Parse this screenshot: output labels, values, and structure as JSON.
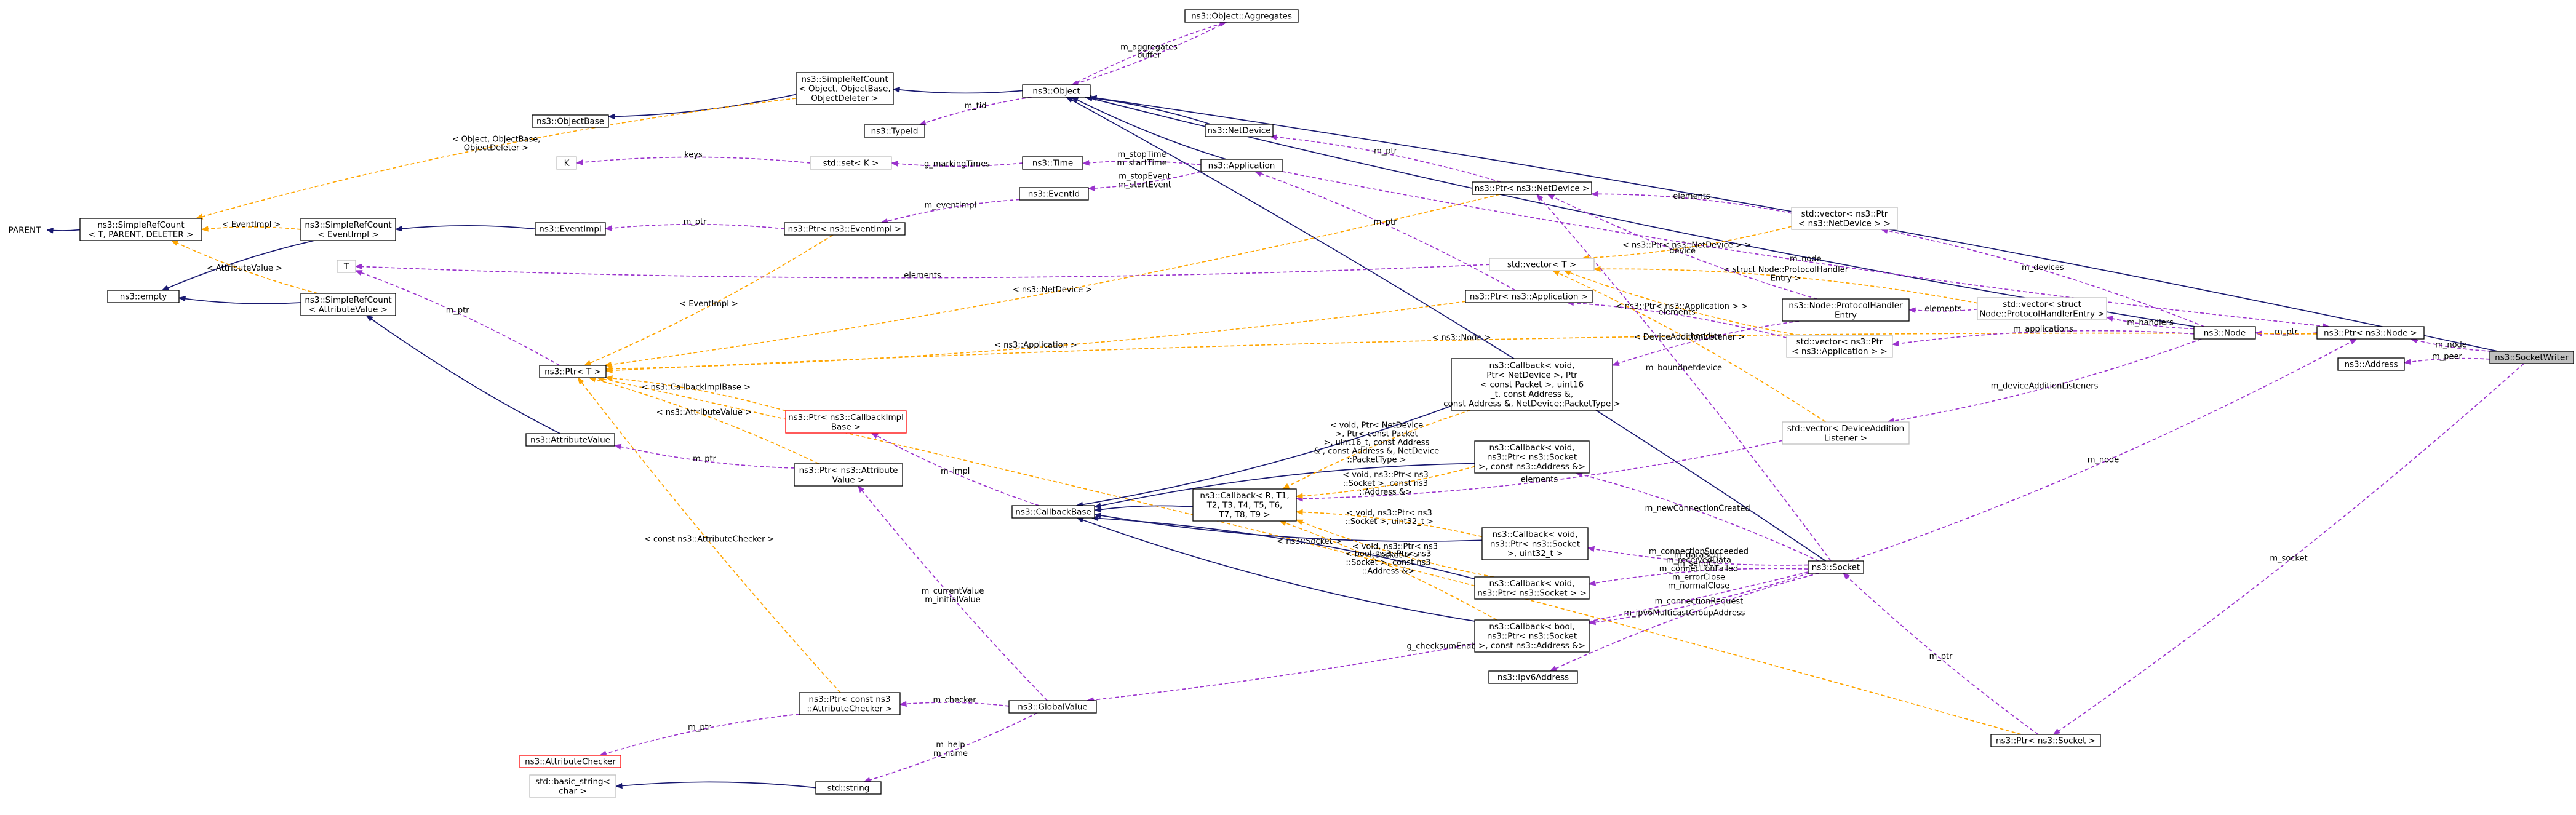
{
  "nodes": {
    "SocketWriter": {
      "lines": [
        "ns3::SocketWriter"
      ]
    },
    "PtrNode": {
      "lines": [
        "ns3::Ptr< ns3::Node >"
      ]
    },
    "Address": {
      "lines": [
        "ns3::Address"
      ]
    },
    "PtrSocket": {
      "lines": [
        "ns3::Ptr< ns3::Socket >"
      ]
    },
    "Node": {
      "lines": [
        "ns3::Node"
      ]
    },
    "Socket": {
      "lines": [
        "ns3::Socket"
      ]
    },
    "Object": {
      "lines": [
        "ns3::Object"
      ]
    },
    "Aggregates": {
      "lines": [
        "ns3::Object::Aggregates"
      ]
    },
    "SRCObject": {
      "lines": [
        "ns3::SimpleRefCount",
        "< Object, ObjectBase,",
        "ObjectDeleter >"
      ]
    },
    "ObjectBase": {
      "lines": [
        "ns3::ObjectBase"
      ]
    },
    "TypeId": {
      "lines": [
        "ns3::TypeId"
      ]
    },
    "SRCGeneric": {
      "lines": [
        "ns3::SimpleRefCount",
        "< T, PARENT, DELETER >"
      ]
    },
    "PARENT": {
      "lines": [
        "PARENT"
      ]
    },
    "Empty": {
      "lines": [
        "ns3::empty"
      ]
    },
    "SRCEventImpl": {
      "lines": [
        "ns3::SimpleRefCount",
        "< EventImpl >"
      ]
    },
    "SRCAttrValue": {
      "lines": [
        "ns3::SimpleRefCount",
        "< AttributeValue >"
      ]
    },
    "EventImpl": {
      "lines": [
        "ns3::EventImpl"
      ]
    },
    "PtrEventImpl": {
      "lines": [
        "ns3::Ptr< ns3::EventImpl >"
      ]
    },
    "EventId": {
      "lines": [
        "ns3::EventId"
      ]
    },
    "Time": {
      "lines": [
        "ns3::Time"
      ]
    },
    "SetK": {
      "lines": [
        "std::set< K >"
      ]
    },
    "K": {
      "lines": [
        "K"
      ]
    },
    "Application": {
      "lines": [
        "ns3::Application"
      ]
    },
    "NetDevice": {
      "lines": [
        "ns3::NetDevice"
      ]
    },
    "PtrNetDevice": {
      "lines": [
        "ns3::Ptr< ns3::NetDevice >"
      ]
    },
    "PtrApplication": {
      "lines": [
        "ns3::Ptr< ns3::Application >"
      ]
    },
    "T": {
      "lines": [
        "T"
      ]
    },
    "VectorT": {
      "lines": [
        "std::vector< T >"
      ]
    },
    "PtrT": {
      "lines": [
        "ns3::Ptr< T >"
      ]
    },
    "AttributeValue": {
      "lines": [
        "ns3::AttributeValue"
      ]
    },
    "PtrCallbackImplBase": {
      "lines": [
        "ns3::Ptr< ns3::CallbackImpl",
        "Base >"
      ]
    },
    "PtrAttrValue": {
      "lines": [
        "ns3::Ptr< ns3::Attribute",
        "Value >"
      ]
    },
    "CallbackBase": {
      "lines": [
        "ns3::CallbackBase"
      ]
    },
    "CallbackGeneric": {
      "lines": [
        "ns3::Callback< R, T1,",
        "T2, T3, T4, T5, T6,",
        "T7, T8, T9 >"
      ]
    },
    "CbRx": {
      "lines": [
        "ns3::Callback< void,",
        "Ptr< NetDevice >, Ptr",
        "< const Packet >, uint16",
        "_t, const Address &,",
        "const Address &, NetDevice::PacketType >"
      ]
    },
    "CbConnReq": {
      "lines": [
        "ns3::Callback< void,",
        "ns3::Ptr< ns3::Socket",
        ">, const ns3::Address &>"
      ]
    },
    "CbDataSent": {
      "lines": [
        "ns3::Callback< void,",
        "ns3::Ptr< ns3::Socket",
        ">, uint32_t >"
      ]
    },
    "CbSock": {
      "lines": [
        "ns3::Callback< void,",
        "ns3::Ptr< ns3::Socket > >"
      ]
    },
    "CbBool": {
      "lines": [
        "ns3::Callback< bool,",
        "ns3::Ptr< ns3::Socket",
        ">, const ns3::Address &>"
      ]
    },
    "Ipv6Address": {
      "lines": [
        "ns3::Ipv6Address"
      ]
    },
    "VecPtrNetDevice": {
      "lines": [
        "std::vector< ns3::Ptr",
        "< ns3::NetDevice > >"
      ]
    },
    "HandlerEntry": {
      "lines": [
        "ns3::Node::ProtocolHandler",
        "Entry"
      ]
    },
    "VecHandlerEntry": {
      "lines": [
        "std::vector< struct",
        "Node::ProtocolHandlerEntry >"
      ]
    },
    "VecPtrApplication": {
      "lines": [
        "std::vector< ns3::Ptr",
        "< ns3::Application > >"
      ]
    },
    "VecDevListener": {
      "lines": [
        "std::vector< DeviceAddition",
        "Listener >"
      ]
    },
    "GlobalValue": {
      "lines": [
        "ns3::GlobalValue"
      ]
    },
    "PtrAttrChecker": {
      "lines": [
        "ns3::Ptr< const ns3",
        "::AttributeChecker >"
      ]
    },
    "AttributeChecker": {
      "lines": [
        "ns3::AttributeChecker"
      ]
    },
    "String": {
      "lines": [
        "std::string"
      ]
    },
    "BasicString": {
      "lines": [
        "std::basic_string<",
        "char >"
      ]
    }
  },
  "edges": [
    {
      "from": "PtrNode",
      "to": "SocketWriter",
      "kind": "use",
      "label": [
        "m_node"
      ]
    },
    {
      "from": "Address",
      "to": "SocketWriter",
      "kind": "use",
      "label": [
        "m_peer"
      ]
    },
    {
      "from": "PtrSocket",
      "to": "SocketWriter",
      "kind": "use",
      "label": [
        "m_socket"
      ]
    },
    {
      "from": "Object",
      "to": "SocketWriter",
      "kind": "inherit",
      "label": []
    },
    {
      "from": "Node",
      "to": "PtrNode",
      "kind": "use",
      "label": [
        "m_ptr"
      ]
    },
    {
      "from": "PtrT",
      "to": "PtrNode",
      "kind": "tmpl",
      "label": [
        "< ns3::Node >"
      ]
    },
    {
      "from": "Socket",
      "to": "PtrSocket",
      "kind": "use",
      "label": [
        "m_ptr"
      ]
    },
    {
      "from": "PtrT",
      "to": "PtrSocket",
      "kind": "tmpl",
      "label": [
        "< ns3::Socket >"
      ]
    },
    {
      "from": "Object",
      "to": "Node",
      "kind": "inherit",
      "label": []
    },
    {
      "from": "Object",
      "to": "Socket",
      "kind": "inherit",
      "label": []
    },
    {
      "from": "SRCObject",
      "to": "Object",
      "kind": "inherit",
      "label": []
    },
    {
      "from": "Aggregates",
      "to": "Object",
      "kind": "use",
      "label": [
        "m_aggregates"
      ]
    },
    {
      "from": "Object",
      "to": "Aggregates",
      "kind": "use",
      "label": [
        "buffer"
      ]
    },
    {
      "from": "TypeId",
      "to": "Object",
      "kind": "use",
      "label": [
        "m_tid"
      ]
    },
    {
      "from": "ObjectBase",
      "to": "SRCObject",
      "kind": "inherit",
      "label": []
    },
    {
      "from": "SRCGeneric",
      "to": "SRCObject",
      "kind": "tmpl",
      "label": [
        "< Object, ObjectBase,",
        "ObjectDeleter >"
      ]
    },
    {
      "from": "PARENT",
      "to": "SRCGeneric",
      "kind": "inherit",
      "label": []
    },
    {
      "from": "Empty",
      "to": "SRCEventImpl",
      "kind": "inherit",
      "label": []
    },
    {
      "from": "Empty",
      "to": "SRCAttrValue",
      "kind": "inherit",
      "label": []
    },
    {
      "from": "SRCGeneric",
      "to": "SRCEventImpl",
      "kind": "tmpl",
      "label": [
        "< EventImpl >"
      ]
    },
    {
      "from": "SRCGeneric",
      "to": "SRCAttrValue",
      "kind": "tmpl",
      "label": [
        "< AttributeValue >"
      ]
    },
    {
      "from": "SRCEventImpl",
      "to": "EventImpl",
      "kind": "inherit",
      "label": []
    },
    {
      "from": "SRCAttrValue",
      "to": "AttributeValue",
      "kind": "inherit",
      "label": []
    },
    {
      "from": "EventImpl",
      "to": "PtrEventImpl",
      "kind": "use",
      "label": [
        "m_ptr"
      ]
    },
    {
      "from": "PtrT",
      "to": "PtrEventImpl",
      "kind": "tmpl",
      "label": [
        "< EventImpl >"
      ]
    },
    {
      "from": "PtrEventImpl",
      "to": "EventId",
      "kind": "use",
      "label": [
        "m_eventImpl"
      ]
    },
    {
      "from": "EventId",
      "to": "Application",
      "kind": "use",
      "label": [
        "m_stopEvent",
        "m_startEvent"
      ]
    },
    {
      "from": "Time",
      "to": "Application",
      "kind": "use",
      "label": [
        "m_stopTime",
        "m_startTime"
      ]
    },
    {
      "from": "SetK",
      "to": "Time",
      "kind": "use",
      "label": [
        "g_markingTimes"
      ]
    },
    {
      "from": "K",
      "to": "SetK",
      "kind": "use",
      "label": [
        "keys"
      ]
    },
    {
      "from": "Object",
      "to": "Application",
      "kind": "inherit",
      "label": []
    },
    {
      "from": "Object",
      "to": "NetDevice",
      "kind": "inherit",
      "label": []
    },
    {
      "from": "PtrNode",
      "to": "Application",
      "kind": "use",
      "label": [
        "m_node"
      ]
    },
    {
      "from": "NetDevice",
      "to": "PtrNetDevice",
      "kind": "use",
      "label": [
        "m_ptr"
      ]
    },
    {
      "from": "PtrT",
      "to": "PtrNetDevice",
      "kind": "tmpl",
      "label": [
        "< ns3::NetDevice >"
      ]
    },
    {
      "from": "Application",
      "to": "PtrApplication",
      "kind": "use",
      "label": [
        "m_ptr"
      ]
    },
    {
      "from": "PtrT",
      "to": "PtrApplication",
      "kind": "tmpl",
      "label": [
        "< ns3::Application >"
      ]
    },
    {
      "from": "T",
      "to": "PtrT",
      "kind": "use",
      "label": [
        "m_ptr"
      ]
    },
    {
      "from": "T",
      "to": "VectorT",
      "kind": "use",
      "label": [
        "elements"
      ]
    },
    {
      "from": "PtrNetDevice",
      "to": "VecPtrNetDevice",
      "kind": "use",
      "label": [
        "elements"
      ]
    },
    {
      "from": "VectorT",
      "to": "VecPtrNetDevice",
      "kind": "tmpl",
      "label": [
        "< ns3::Ptr< ns3::NetDevice > >"
      ]
    },
    {
      "from": "VecPtrNetDevice",
      "to": "Node",
      "kind": "use",
      "label": [
        "m_devices"
      ]
    },
    {
      "from": "PtrNetDevice",
      "to": "HandlerEntry",
      "kind": "use",
      "label": [
        "device"
      ]
    },
    {
      "from": "CbRx",
      "to": "HandlerEntry",
      "kind": "use",
      "label": [
        "handler"
      ]
    },
    {
      "from": "HandlerEntry",
      "to": "VecHandlerEntry",
      "kind": "use",
      "label": [
        "elements"
      ]
    },
    {
      "from": "VectorT",
      "to": "VecHandlerEntry",
      "kind": "tmpl",
      "label": [
        "< struct Node::ProtocolHandler",
        "Entry >"
      ]
    },
    {
      "from": "VecHandlerEntry",
      "to": "Node",
      "kind": "use",
      "label": [
        "m_handlers"
      ]
    },
    {
      "from": "PtrApplication",
      "to": "VecPtrApplication",
      "kind": "use",
      "label": [
        "elements"
      ]
    },
    {
      "from": "VectorT",
      "to": "VecPtrApplication",
      "kind": "tmpl",
      "label": [
        "< ns3::Ptr< ns3::Application > >"
      ]
    },
    {
      "from": "VecPtrApplication",
      "to": "Node",
      "kind": "use",
      "label": [
        "m_applications"
      ]
    },
    {
      "from": "VecDevListener",
      "to": "Node",
      "kind": "use",
      "label": [
        "m_deviceAdditionListeners"
      ]
    },
    {
      "from": "VectorT",
      "to": "VecDevListener",
      "kind": "tmpl",
      "label": [
        "< DeviceAdditionListener >"
      ]
    },
    {
      "from": "CallbackGeneric",
      "to": "VecDevListener",
      "kind": "use",
      "label": [
        "elements"
      ]
    },
    {
      "from": "PtrNetDevice",
      "to": "Socket",
      "kind": "use",
      "label": [
        "m_boundnetdevice"
      ]
    },
    {
      "from": "PtrNode",
      "to": "Socket",
      "kind": "use",
      "label": [
        "m_node"
      ]
    },
    {
      "from": "CbConnReq",
      "to": "Socket",
      "kind": "use",
      "label": [
        "m_newConnectionCreated"
      ]
    },
    {
      "from": "CbDataSent",
      "to": "Socket",
      "kind": "use",
      "label": [
        "m_dataSent",
        "m_sendCb"
      ]
    },
    {
      "from": "CbSock",
      "to": "Socket",
      "kind": "use",
      "label": [
        "m_connectionSucceeded",
        "m_receivedData",
        "m_connectionFailed",
        "m_errorClose",
        "m_normalClose"
      ]
    },
    {
      "from": "CbBool",
      "to": "Socket",
      "kind": "use",
      "label": [
        "m_connectionRequest"
      ]
    },
    {
      "from": "Ipv6Address",
      "to": "Socket",
      "kind": "use",
      "label": [
        "m_ipv6MulticastGroupAddress"
      ]
    },
    {
      "from": "GlobalValue",
      "to": "Socket",
      "kind": "use",
      "label": [
        "g_checksumEnabled"
      ]
    },
    {
      "from": "CallbackBase",
      "to": "CallbackGeneric",
      "kind": "inherit",
      "label": []
    },
    {
      "from": "CallbackBase",
      "to": "CbRx",
      "kind": "inherit",
      "label": []
    },
    {
      "from": "CallbackBase",
      "to": "CbConnReq",
      "kind": "inherit",
      "label": []
    },
    {
      "from": "CallbackBase",
      "to": "CbDataSent",
      "kind": "inherit",
      "label": []
    },
    {
      "from": "CallbackBase",
      "to": "CbSock",
      "kind": "inherit",
      "label": []
    },
    {
      "from": "CallbackBase",
      "to": "CbBool",
      "kind": "inherit",
      "label": []
    },
    {
      "from": "CallbackGeneric",
      "to": "CbRx",
      "kind": "tmpl",
      "label": [
        "< void, Ptr< NetDevice",
        ">, Ptr< const Packet",
        ">, uint16_t, const Address",
        "& , const Address &, NetDevice",
        "::PacketType >"
      ]
    },
    {
      "from": "CallbackGeneric",
      "to": "CbConnReq",
      "kind": "tmpl",
      "label": [
        "< void, ns3::Ptr< ns3",
        "::Socket >, const ns3",
        "::Address &>"
      ]
    },
    {
      "from": "CallbackGeneric",
      "to": "CbDataSent",
      "kind": "tmpl",
      "label": [
        "< void, ns3::Ptr< ns3",
        "::Socket >, uint32_t >"
      ]
    },
    {
      "from": "CallbackGeneric",
      "to": "CbSock",
      "kind": "tmpl",
      "label": [
        "< void, ns3::Ptr< ns3",
        "::Socket > >"
      ]
    },
    {
      "from": "CallbackGeneric",
      "to": "CbBool",
      "kind": "tmpl",
      "label": [
        "< bool, ns3::Ptr< ns3",
        "::Socket >, const ns3",
        "::Address &>"
      ]
    },
    {
      "from": "PtrCallbackImplBase",
      "to": "CallbackBase",
      "kind": "use",
      "label": [
        "m_impl"
      ]
    },
    {
      "from": "PtrT",
      "to": "PtrCallbackImplBase",
      "kind": "tmpl",
      "label": [
        "< ns3::CallbackImplBase >"
      ]
    },
    {
      "from": "AttributeValue",
      "to": "PtrAttrValue",
      "kind": "use",
      "label": [
        "m_ptr"
      ]
    },
    {
      "from": "PtrT",
      "to": "PtrAttrValue",
      "kind": "tmpl",
      "label": [
        "< ns3::AttributeValue >"
      ]
    },
    {
      "from": "PtrAttrValue",
      "to": "GlobalValue",
      "kind": "use",
      "label": [
        "m_currentValue",
        "m_initialValue"
      ]
    },
    {
      "from": "PtrAttrChecker",
      "to": "GlobalValue",
      "kind": "use",
      "label": [
        "m_checker"
      ]
    },
    {
      "from": "PtrT",
      "to": "PtrAttrChecker",
      "kind": "tmpl",
      "label": [
        "< const ns3::AttributeChecker >"
      ]
    },
    {
      "from": "AttributeChecker",
      "to": "PtrAttrChecker",
      "kind": "use",
      "label": [
        "m_ptr"
      ]
    },
    {
      "from": "String",
      "to": "GlobalValue",
      "kind": "use",
      "label": [
        "m_help",
        "m_name"
      ]
    },
    {
      "from": "BasicString",
      "to": "String",
      "kind": "inherit",
      "label": []
    }
  ]
}
